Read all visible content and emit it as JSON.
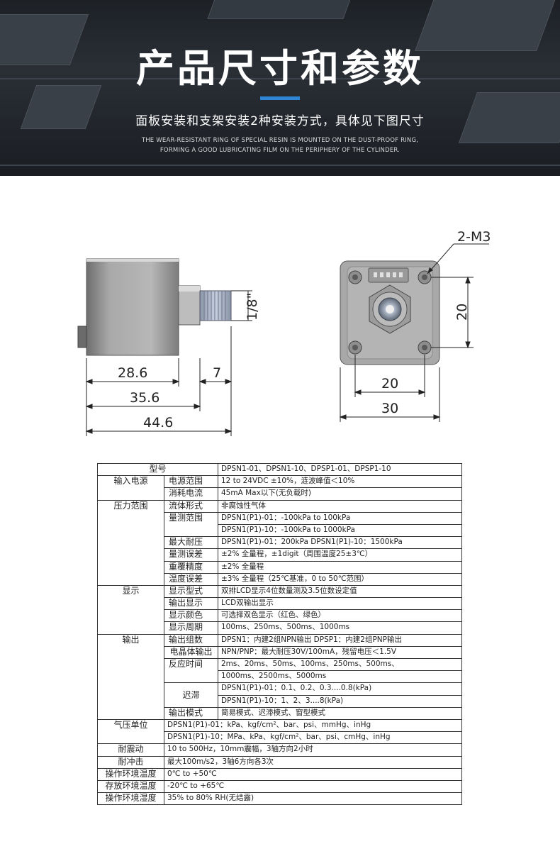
{
  "header": {
    "title": "产品尺寸和参数",
    "subtitle": "面板安装和支架安装2种安装方式，具体见下图尺寸",
    "english_line1": "THE WEAR-RESISTANT RING OF SPECIAL RESIN IS MOUNTED ON THE DUST-PROOF RING,",
    "english_line2": "FORMING A GOOD LUBRICATING FILM ON THE PERIPHERY OF THE CYLINDER."
  },
  "drawing": {
    "side": {
      "dim_a": "28.6",
      "dim_b": "7",
      "dim_c": "35.6",
      "dim_d": "44.6",
      "thread": "1/8\""
    },
    "front": {
      "holes": "2-M3",
      "height": "20",
      "inner_width": "20",
      "outer_width": "30"
    }
  },
  "spec": {
    "model_label": "型号",
    "model_value": "DPSN1-01、DPSN1-10、DPSP1-01、DPSP1-10",
    "power_group": "输入电源",
    "power_range_label": "电源范围",
    "power_range_value": "12 to 24VDC ±10%，涟波峰值＜10%",
    "power_cons_label": "消耗电流",
    "power_cons_value": "45mA Max以下(无负载时)",
    "pressure_group": "压力范围",
    "fluid_label": "流体形式",
    "fluid_value": "非腐蚀性气体",
    "measure_label": "量测范围",
    "measure_value1": "DPSN1(P1)-01：-100kPa to 100kPa",
    "measure_value2": "DPSN1(P1)-10：-100kPa to 1000kPa",
    "maxp_label": "最大耐压",
    "maxp_value": "DPSN1(P1)-01：200kPa    DPSN1(P1)-10：1500kPa",
    "err_label": "量测误差",
    "err_value": "±2% 全量程，±1digit（周围温度25±3℃）",
    "repeat_label": "重覆精度",
    "repeat_value": "±2% 全量程",
    "temp_err_label": "温度误差",
    "temp_err_value": "±3% 全量程（25℃基准，0 to 50℃范围）",
    "display_group": "显示",
    "disp_type_label": "显示型式",
    "disp_type_value": "双排LCD显示4位数量测及3.5位数设定值",
    "disp_out_label": "输出显示",
    "disp_out_value": "LCD双输出显示",
    "disp_color_label": "显示颜色",
    "disp_color_value": "可选择双色显示（红色、绿色）",
    "disp_period_label": "显示周期",
    "disp_period_value": "100ms、250ms、500ms、1000ms",
    "output_group": "输出",
    "out_groups_label": "输出组数",
    "out_groups_value": "DPSN1：内建2组NPN输出 DPSP1：内建2组PNP输出",
    "transistor_label": "电晶体输出",
    "transistor_value": "NPN/PNP：最大耐压30V/100mA，残留电压＜1.5V",
    "response_label": "反应时间",
    "response_value1": "2ms、20ms、50ms、100ms、250ms、500ms、",
    "response_value2": "1000ms、2500ms、5000ms",
    "hyst_label": "迟滞",
    "hyst_value1": "DPSN1(P1)-01：0.1、0.2、0.3....0.8(kPa)",
    "hyst_value2": "DPSN1(P1)-10：1、2、3....8(kPa)",
    "out_mode_label": "输出模式",
    "out_mode_value": "简易模式、迟滞模式、窗型模式",
    "unit_label": "气压单位",
    "unit_value1": "DPSN1(P1)-01：kPa、kgf/cm²、bar、psi、mmHg、inHg",
    "unit_value2": "DPSN1(P1)-10：MPa、kPa、kgf/cm²、bar、psi、cmHg、inHg",
    "vib_label": "耐震动",
    "vib_value": "10 to 500Hz，10mm震幅，3轴方向2小时",
    "shock_label": "耐冲击",
    "shock_value": "最大100m/s2，3轴6方向各3次",
    "op_temp_label": "操作环境温度",
    "op_temp_value": "0℃ to +50℃",
    "st_temp_label": "存放环境温度",
    "st_temp_value": "-20℃ to +65℃",
    "op_hum_label": "操作环境湿度",
    "op_hum_value": "35% to 80% RH(无结露)"
  }
}
